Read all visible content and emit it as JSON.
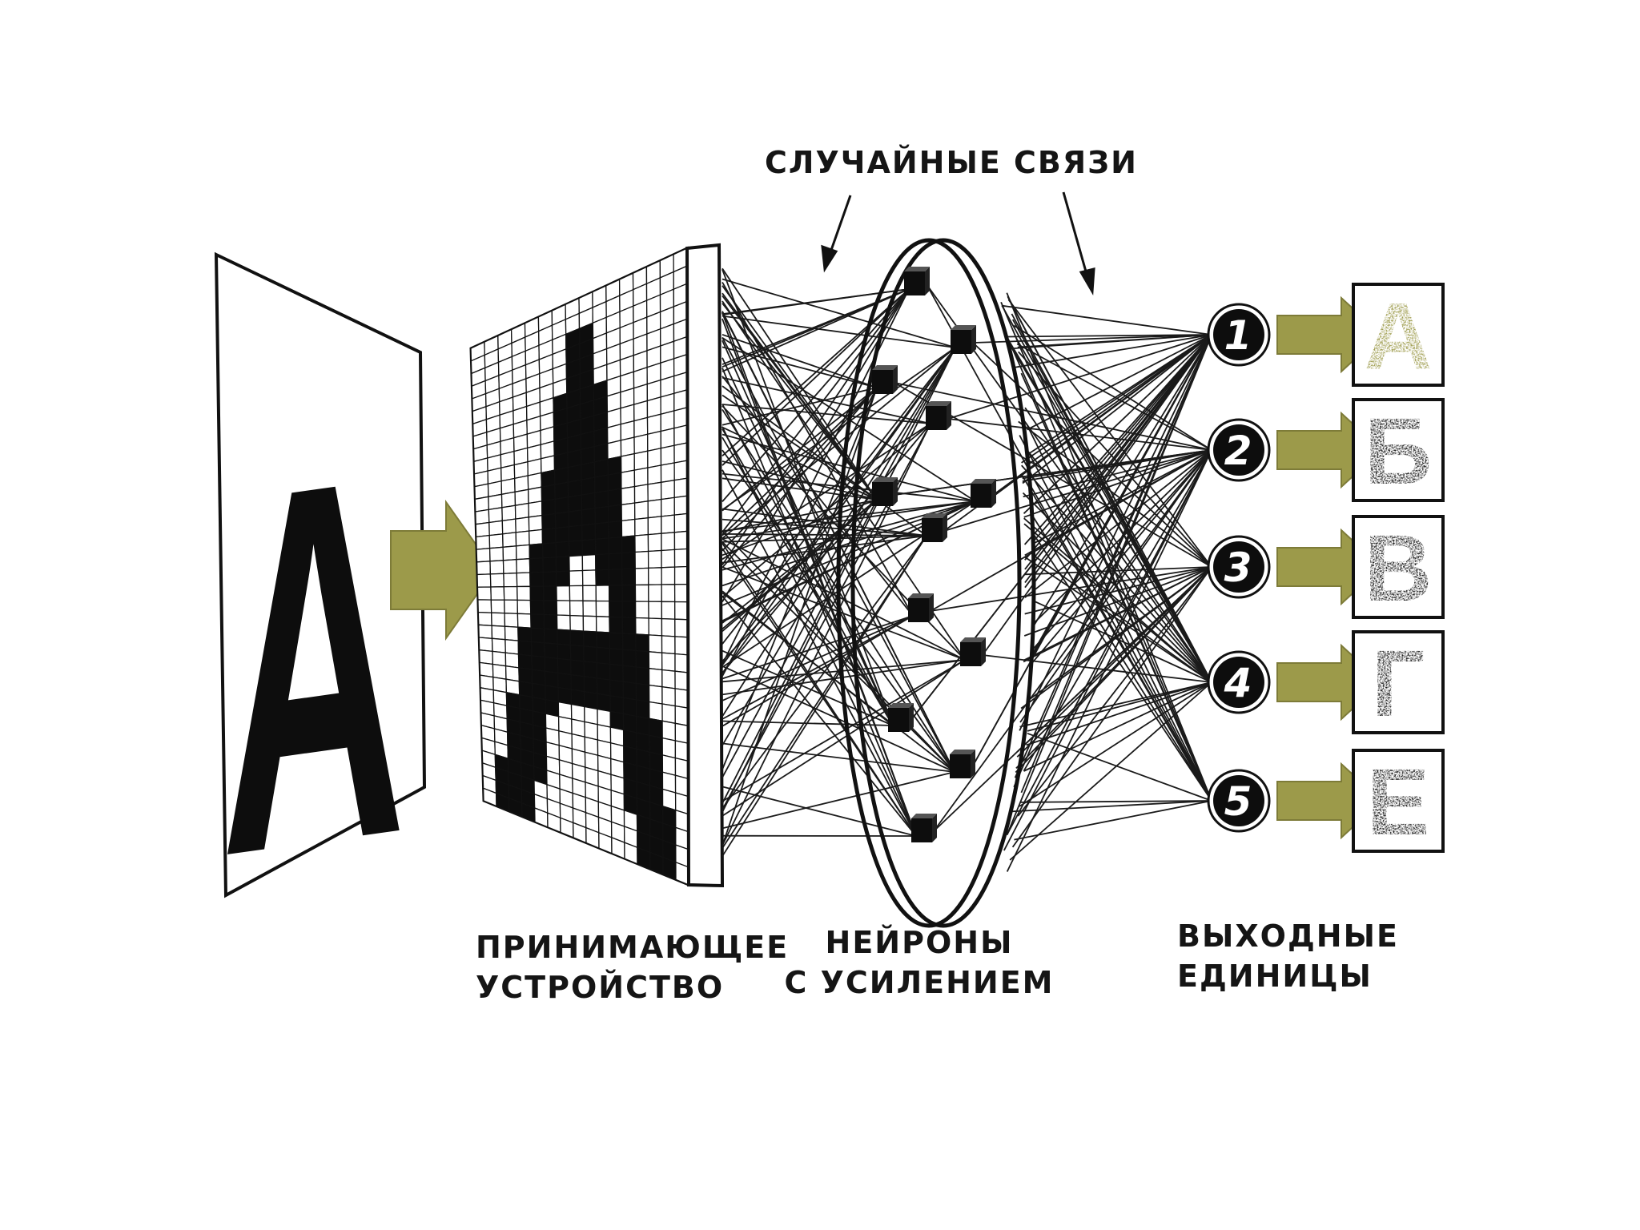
{
  "colors": {
    "ink": "#0d0d0d",
    "arrow": "#9c9a4a",
    "arrow_stroke": "#7d7b38",
    "paper": "#ffffff"
  },
  "input_card": {
    "letter": "А"
  },
  "labels": {
    "random_connections": "СЛУЧАЙНЫЕ СВЯЗИ",
    "receptor_line1": "ПРИНИМАЮЩЕЕ",
    "receptor_line2": "УСТРОЙСТВО",
    "neurons_line1": "НЕЙРОНЫ",
    "neurons_line2": "С УСИЛЕНИЕМ",
    "outputs_line1": "ВЫХОДНЫЕ",
    "outputs_line2": "ЕДИНИЦЫ"
  },
  "outputs": [
    {
      "number": "1",
      "letter": "А",
      "active": true
    },
    {
      "number": "2",
      "letter": "Б",
      "active": false
    },
    {
      "number": "3",
      "letter": "В",
      "active": false
    },
    {
      "number": "4",
      "letter": "Г",
      "active": false
    },
    {
      "number": "5",
      "letter": "Е",
      "active": false
    }
  ]
}
